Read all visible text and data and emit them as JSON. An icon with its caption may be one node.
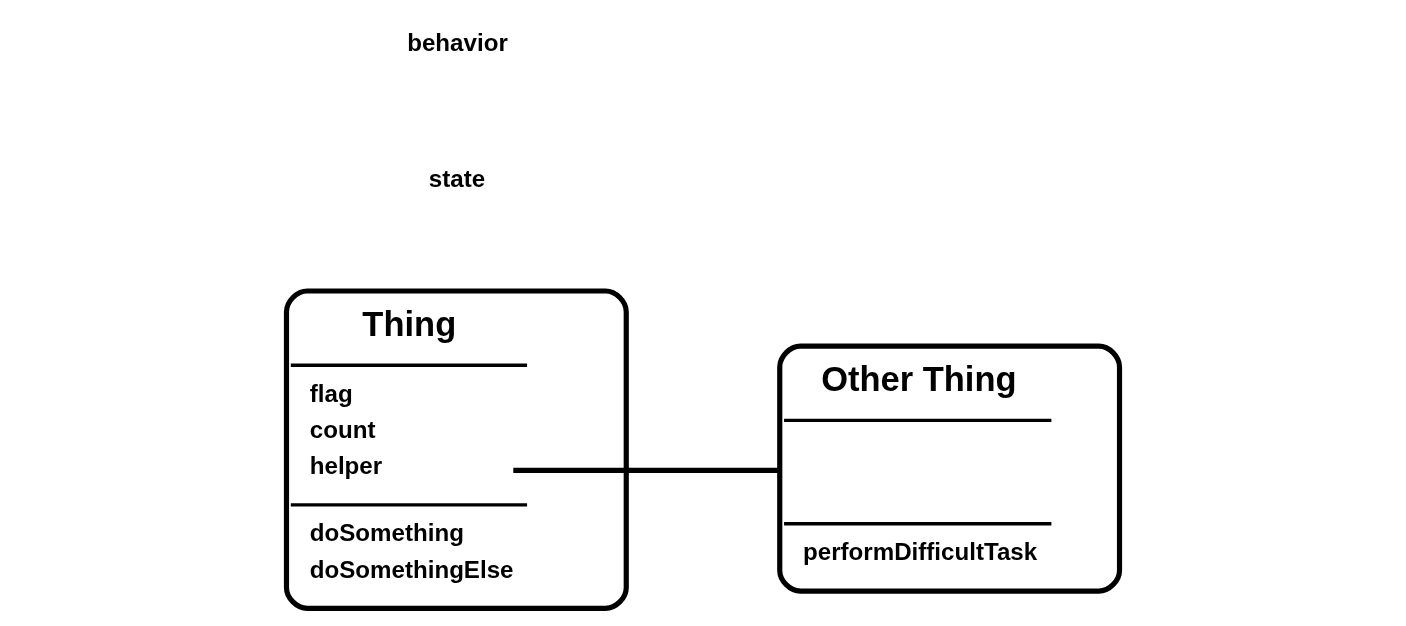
{
  "diagram": {
    "nodes": [
      {
        "text": [
          "Thing",
          "flag",
          "count",
          "helper",
          "doSomething",
          "doSomethingElse"
        ]
      },
      {
        "text": [
          "Other Thing",
          "performDifficultTask"
        ]
      }
    ],
    "edges": [
      {
        "from": 0,
        "to": 1,
        "arrow": "none"
      }
    ],
    "labels": [
      "state",
      "behavior"
    ]
  }
}
